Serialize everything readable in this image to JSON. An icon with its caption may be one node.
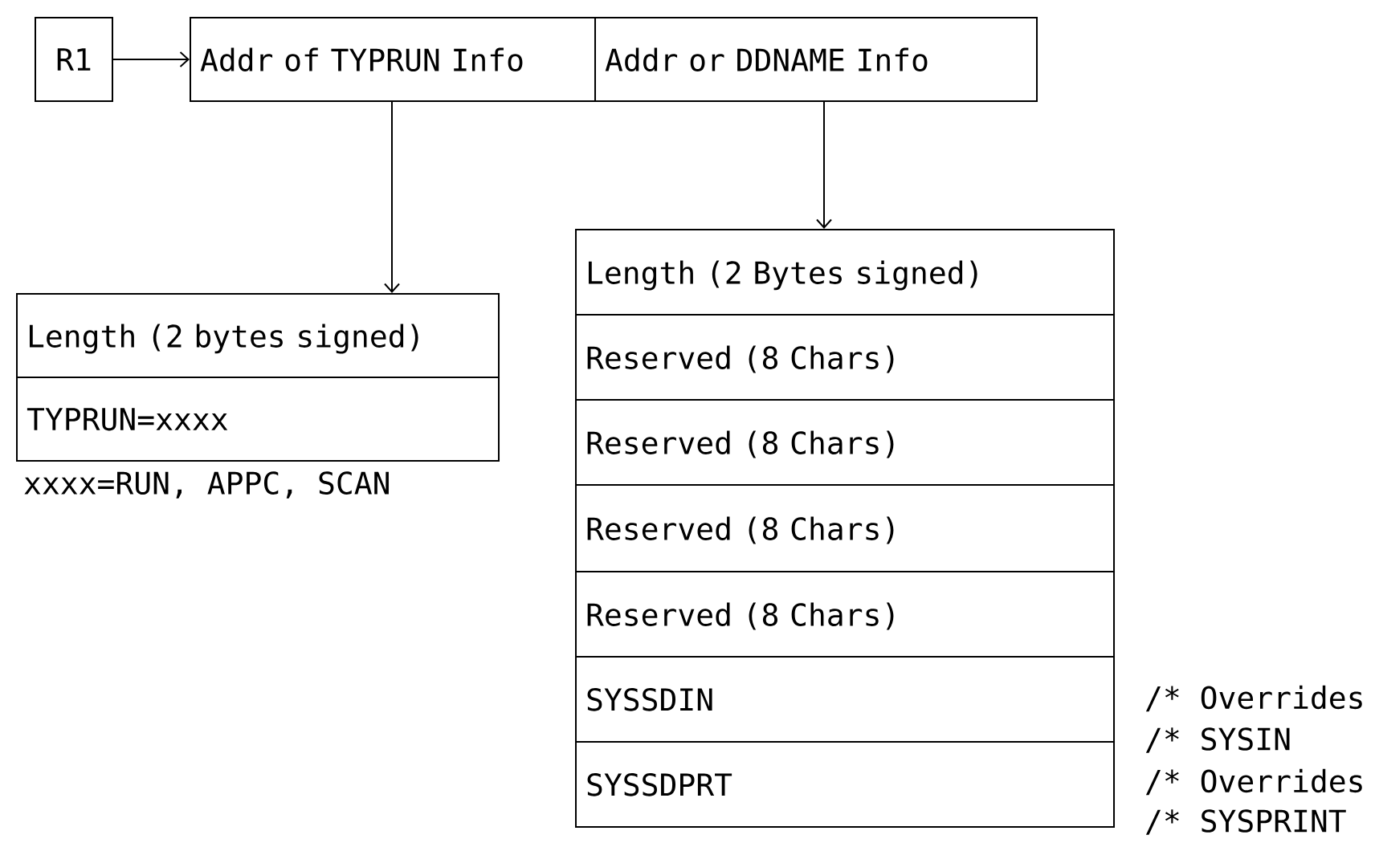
{
  "diagram": {
    "nodes": [
      {
        "text": [
          "R1"
        ]
      },
      {
        "text": [
          "Addr of TYPRUN Info"
        ]
      },
      {
        "text": [
          "Addr or DDNAME Info"
        ]
      },
      {
        "text": [
          "Length (2 bytes signed)"
        ]
      },
      {
        "text": [
          "TYPRUN=xxxx"
        ],
        "beside": [
          "xxxx=RUN, APPC, SCAN"
        ]
      },
      {
        "text": [
          "Length (2 Bytes signed)"
        ]
      },
      {
        "text": [
          "Reserved (8 Chars)"
        ]
      },
      {
        "text": [
          "Reserved (8 Chars)"
        ]
      },
      {
        "text": [
          "Reserved (8 Chars)"
        ]
      },
      {
        "text": [
          "Reserved (8 Chars)"
        ]
      },
      {
        "text": [
          "SYSSDIN"
        ]
      },
      {
        "text": [
          "SYSSDPRT"
        ]
      }
    ],
    "edges": [
      {
        "from": 0,
        "to": 1,
        "arrow": "to"
      },
      {
        "from": 1,
        "to": 3,
        "arrow": "to"
      },
      {
        "from": 2,
        "to": 5,
        "arrow": "to"
      }
    ],
    "labels": [
      "/* Overrides",
      "/* SYSIN",
      "/* Overrides",
      "/* SYSPRINT"
    ]
  }
}
